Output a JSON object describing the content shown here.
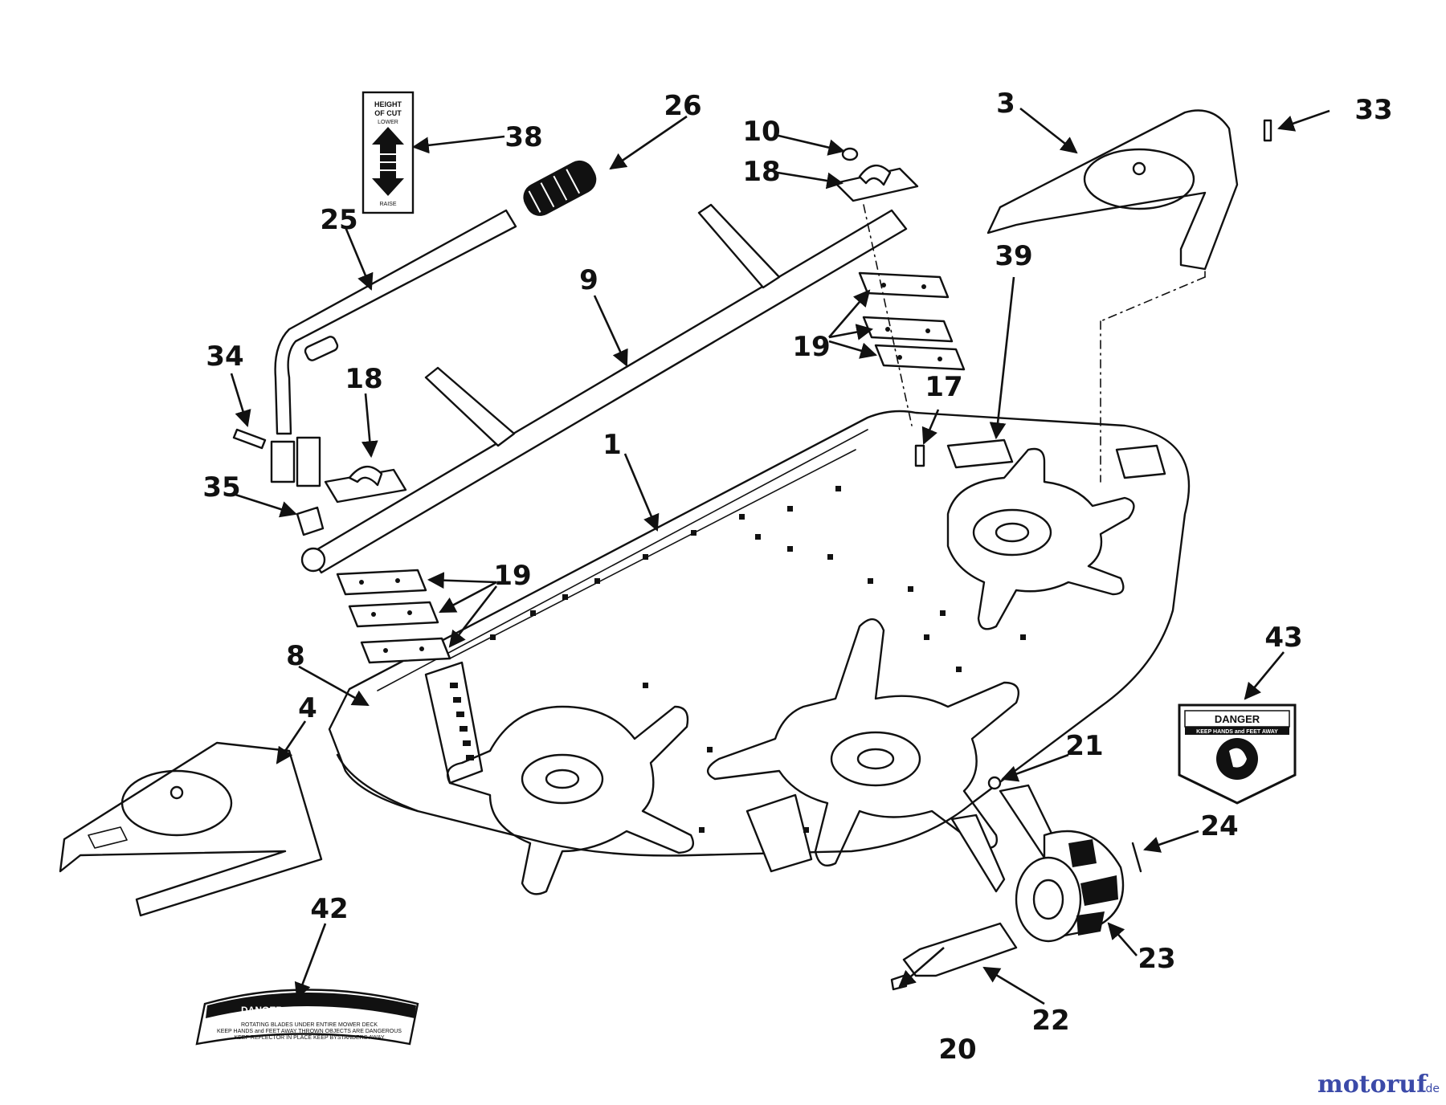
{
  "callouts": [
    "1",
    "3",
    "4",
    "8",
    "9",
    "10",
    "17",
    "18",
    "18",
    "19",
    "19",
    "20",
    "21",
    "22",
    "23",
    "24",
    "25",
    "26",
    "33",
    "34",
    "35",
    "38",
    "39",
    "42",
    "43"
  ],
  "decal_38": {
    "line1": "HEIGHT",
    "line2": "OF CUT",
    "top": "LOWER",
    "bottom": "RAISE"
  },
  "decal_42": {
    "title": "DANGER",
    "line1": "ROTATING BLADES UNDER ENTIRE MOWER DECK",
    "line2": "KEEP HANDS and FEET AWAY THROWN OBJECTS ARE DANGEROUS",
    "line3": "KEEP REFLECTOR IN PLACE KEEP BYSTANDERS AWAY"
  },
  "decal_43": {
    "title": "DANGER",
    "line1": "KEEP HANDS and FEET AWAY"
  },
  "watermark": {
    "name": "motoruf",
    "tld": ".de"
  },
  "colors": {
    "line": "#111111",
    "watermark": "#3b4aa8"
  }
}
